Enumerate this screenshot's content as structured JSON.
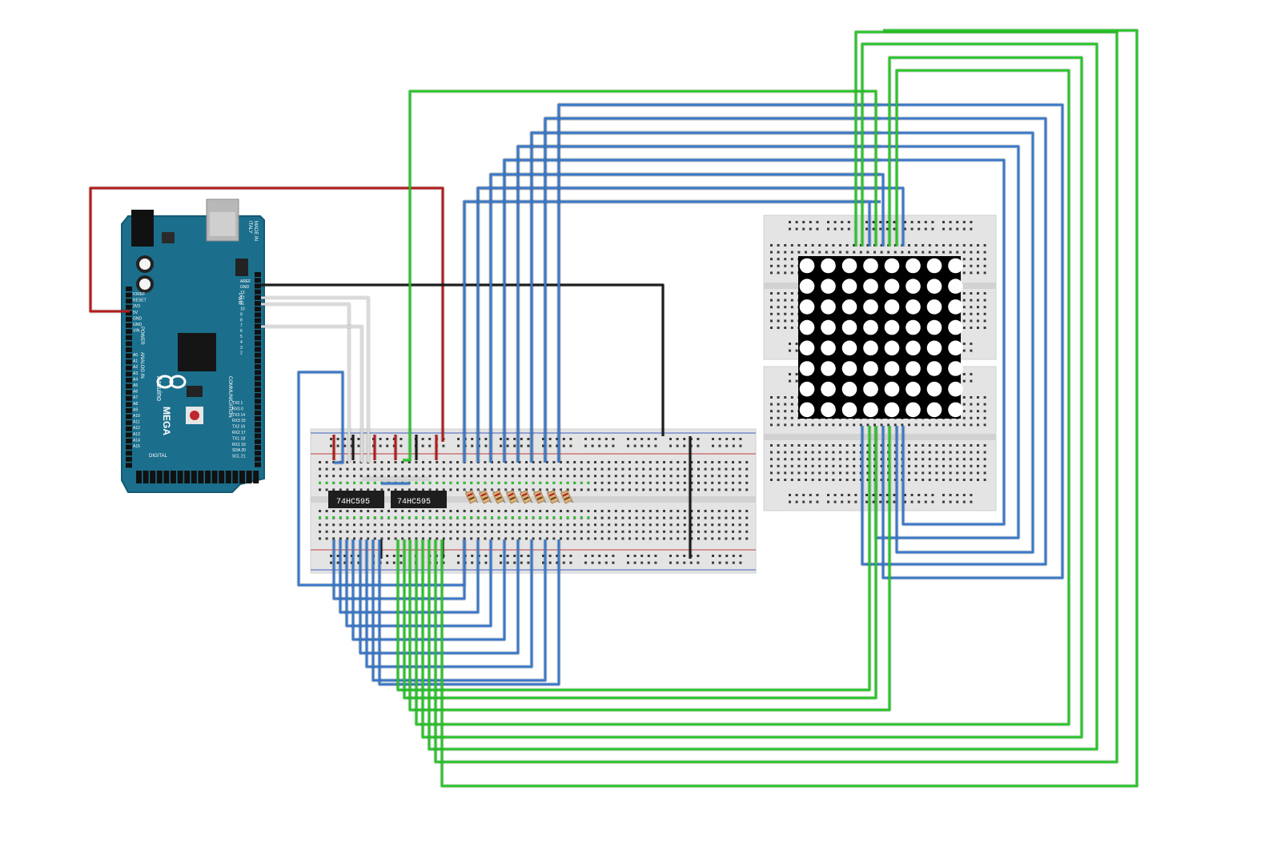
{
  "board": {
    "brand": "Arduino",
    "model": "MEGA",
    "made_in_1": "MADE IN",
    "made_in_2": "ITALY",
    "power_header_label": "POWER",
    "analog_header_label": "ANALOG IN",
    "digital_header_label": "DIGITAL",
    "comm_header_label": "COMMUNICATION",
    "pwm_label": "PWM",
    "power_pins": [
      "IOREF",
      "RESET",
      "3V3",
      "5V",
      "GND",
      "GND",
      "VIN"
    ],
    "analog_pins": [
      "A0",
      "A1",
      "A2",
      "A3",
      "A4",
      "A5",
      "A6",
      "A7",
      "A8",
      "A9",
      "A10",
      "A11",
      "A12",
      "A13",
      "A14",
      "A15"
    ],
    "pwm_pins": [
      "AREF",
      "GND",
      "13",
      "12",
      "11",
      "10",
      "9",
      "8",
      "7",
      "6",
      "5",
      "4",
      "3",
      "2"
    ],
    "comm_pins": [
      "TX0 1",
      "RX0 0",
      "TX3 14",
      "RX3 15",
      "TX2 16",
      "RX2 17",
      "TX1 18",
      "RX1 19",
      "SDA 20",
      "SCL 21"
    ],
    "colors": {
      "pcb": "#1b6f8c",
      "pcb_edge": "#145a72",
      "silk": "#ffffff"
    }
  },
  "chips": [
    {
      "label": "74HC595"
    },
    {
      "label": "74HC595"
    }
  ],
  "matrix": {
    "rows": 8,
    "cols": 8
  },
  "wire_colors": {
    "power": "#b11c1c",
    "ground": "#1a1a1a",
    "signal": "#d9d9d9",
    "row": "#3a78c8",
    "column": "#29c429"
  },
  "legend_icons": [
    "arduino-logo-icon"
  ]
}
